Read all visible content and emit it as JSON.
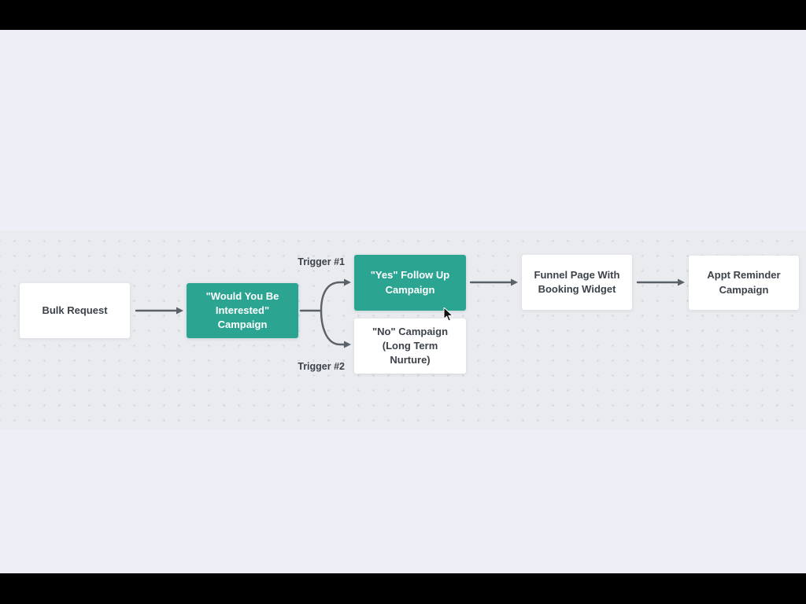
{
  "diagram": {
    "nodes": [
      {
        "id": "bulk-request",
        "label": "Bulk Request",
        "style": "white"
      },
      {
        "id": "would-you-be-interested-campaign",
        "label": "\"Would You Be Interested\" Campaign",
        "style": "teal"
      },
      {
        "id": "yes-follow-up-campaign",
        "label": "\"Yes\" Follow Up Campaign",
        "style": "teal"
      },
      {
        "id": "no-campaign-long-term-nurture",
        "label": "\"No\" Campaign (Long Term Nurture)",
        "style": "white"
      },
      {
        "id": "funnel-page-with-booking-widget",
        "label": "Funnel Page With Booking Widget",
        "style": "white"
      },
      {
        "id": "appt-reminder-campaign",
        "label": "Appt Reminder Campaign",
        "style": "white"
      }
    ],
    "annotations": {
      "trigger1": "Trigger #1",
      "trigger2": "Trigger #2"
    },
    "edges": [
      {
        "from": "bulk-request",
        "to": "would-you-be-interested-campaign"
      },
      {
        "from": "would-you-be-interested-campaign",
        "to": "yes-follow-up-campaign",
        "label": "Trigger #1"
      },
      {
        "from": "would-you-be-interested-campaign",
        "to": "no-campaign-long-term-nurture",
        "label": "Trigger #2"
      },
      {
        "from": "yes-follow-up-campaign",
        "to": "funnel-page-with-booking-widget"
      },
      {
        "from": "funnel-page-with-booking-widget",
        "to": "appt-reminder-campaign"
      }
    ],
    "colors": {
      "teal_node": "#2BA592",
      "white_node": "#FFFFFF",
      "background": "#EDEEF6",
      "canvas_band": "#E9EBEF",
      "canvas_dot": "#D3D6DE",
      "connector": "#5A6168",
      "text": "#3C4249",
      "letterbox": "#000000"
    }
  }
}
